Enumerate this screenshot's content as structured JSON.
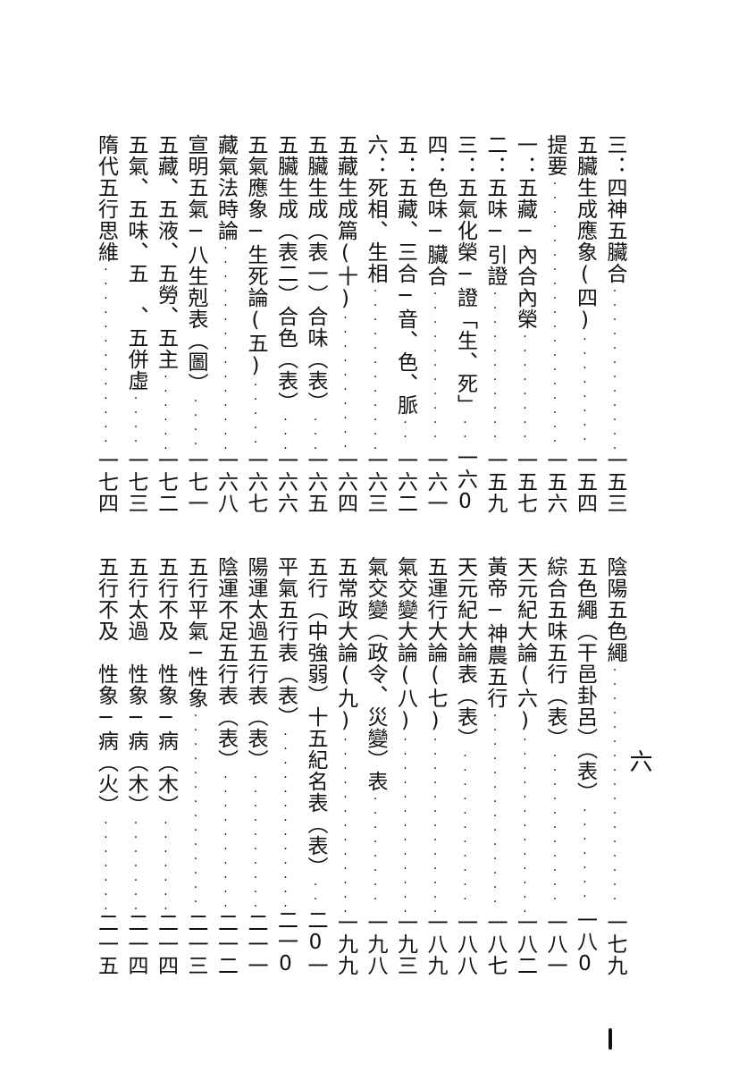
{
  "page_marker": "六",
  "upper_block": [
    {
      "title": "三：四神五臟合",
      "page": "一五三"
    },
    {
      "title": "五臟生成應象(四)",
      "page": "一五四"
    },
    {
      "title": "提要",
      "page": "一五六"
    },
    {
      "title": "一：五藏─內合內榮",
      "page": "一五七"
    },
    {
      "title": "二：五味─引證",
      "page": "一五九"
    },
    {
      "title": "三：五氣化榮─證「生、死」",
      "page": "一六0"
    },
    {
      "title": "四：色味─臟合",
      "page": "一六一"
    },
    {
      "title": "五：五藏、三合─音、色、脈",
      "page": "一六二"
    },
    {
      "title": "六：死相、生相",
      "page": "一六三"
    },
    {
      "title": "五藏生成篇(十)",
      "page": "一六四"
    },
    {
      "title": "五臟生成（表一）合味（表）",
      "page": "一六五"
    },
    {
      "title": "五臟生成（表二）合色（表）",
      "page": "一六六"
    },
    {
      "title": "五氣應象─生死論(五)",
      "page": "一六七"
    },
    {
      "title": "藏氣法時論",
      "page": "一六八"
    },
    {
      "title": "宣明五氣─八生剋表（圖）",
      "page": "一七一"
    },
    {
      "title": "五藏、五液、五勞、五主",
      "page": "一七二"
    },
    {
      "title": "五氣、五味、五　、五併虛",
      "page": "一七三"
    },
    {
      "title": "隋代五行思維",
      "page": "一七四"
    }
  ],
  "lower_block": [
    {
      "title": "陰陽五色繩",
      "page": "一七九"
    },
    {
      "title": "五色繩（干邑卦呂）（表）",
      "page": "一八0"
    },
    {
      "title": "綜合五味五行（表）",
      "page": "一八一"
    },
    {
      "title": "天元紀大論(六)",
      "page": "一八二"
    },
    {
      "title": "黃帝─神農五行",
      "page": "一八七"
    },
    {
      "title": "天元紀大論表（表）",
      "page": "一八八"
    },
    {
      "title": "五運行大論(七)",
      "page": "一八九"
    },
    {
      "title": "氣交變大論(八)",
      "page": "一九三"
    },
    {
      "title": "氣交變（政令、災變）表",
      "page": "一九八"
    },
    {
      "title": "五常政大論(九)",
      "page": "一九九"
    },
    {
      "title": "五行（中強弱）十五紀名表（表）",
      "page": "二0一"
    },
    {
      "title": "平氣五行表（表）",
      "page": "二一0"
    },
    {
      "title": "陽運太過五行表（表）",
      "page": "二一一"
    },
    {
      "title": "陰運不足五行表（表）",
      "page": "二一二"
    },
    {
      "title": "五行平氣─性象",
      "page": "二一三"
    },
    {
      "title": "五行不及　性象─病（木）",
      "page": "二一四"
    },
    {
      "title": "五行太過　性象─病（木）",
      "page": "二一四"
    },
    {
      "title": "五行不及　性象─病（火）",
      "page": "二一五"
    }
  ]
}
